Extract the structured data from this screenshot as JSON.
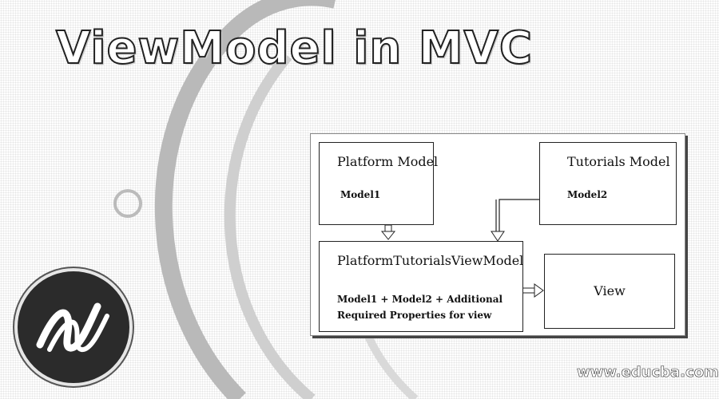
{
  "title": "ViewModel in MVC",
  "diagram": {
    "platform": {
      "title": "Platform Model",
      "sub": "Model1"
    },
    "tutorials": {
      "title": "Tutorials Model",
      "sub": "Model2"
    },
    "viewmodel": {
      "title": "PlatformTutorialsViewModel",
      "sub": "Model1 + Model2 + Additional Required Properties for view"
    },
    "view": {
      "title": "View"
    }
  },
  "footer": {
    "url": "www.educba.com"
  },
  "icons": {
    "logo": "dotnet-logo-icon"
  }
}
